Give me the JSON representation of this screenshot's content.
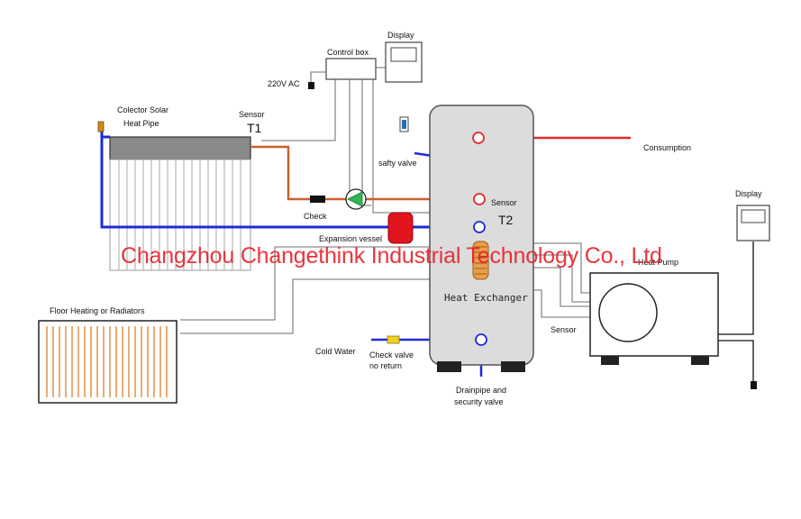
{
  "labels": {
    "control_box": "Control box",
    "display_top": "Display",
    "power": "220V AC",
    "collector_line1": "Colector Solar",
    "collector_line2": "Heat Pipe",
    "sensor_t1_word": "Sensor",
    "sensor_t1_code": "T1",
    "safety_valve": "safty valve",
    "consumption": "Consumption",
    "sensor_t2_word": "Sensor",
    "sensor_t2_code": "T2",
    "check": "Check",
    "expansion_vessel": "Expansion vessel",
    "heat_exchanger": "Heat Exchanger",
    "heat_pump": "Heat Pump",
    "display_right": "Display",
    "floor_heating": "Floor Heating or Radiators",
    "cold_water": "Cold Water",
    "check_valve_line1": "Check valve",
    "check_valve_line2": "no return",
    "sensor_hp": "Sensor",
    "drain_line1": "Drainpipe and",
    "drain_line2": "security valve"
  },
  "watermark": "Changzhou Changethink Industrial Technology Co., Ltd",
  "colors": {
    "hot_pipe": "#e0282d",
    "cold_pipe": "#1f2bd6",
    "copper_pipe": "#c9602e",
    "expansion_vessel": "#e3141e",
    "pump": "#2fb552",
    "floor_tubes": "#e08a3a",
    "watermark": "#e8202a"
  }
}
